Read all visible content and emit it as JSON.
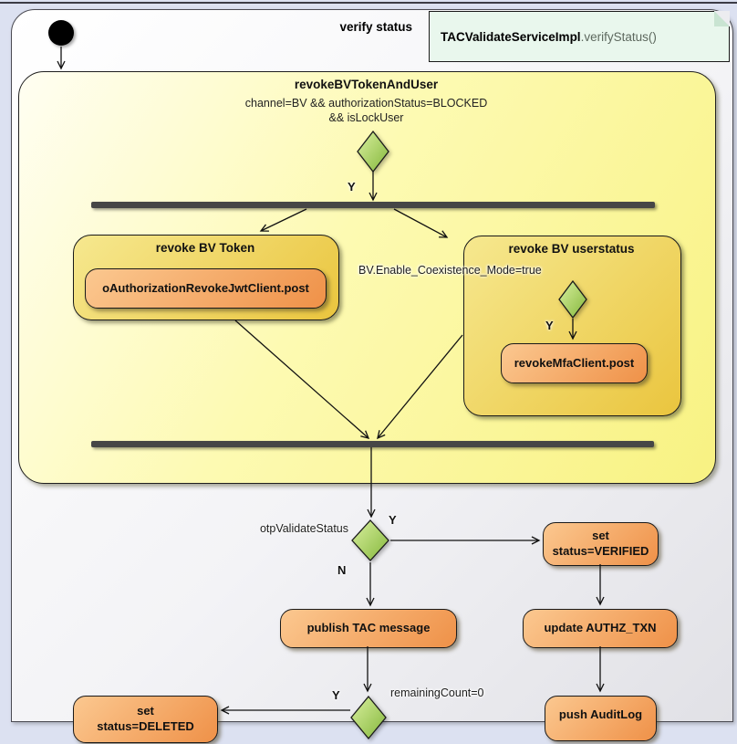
{
  "frame": {
    "title": "verify status"
  },
  "note": {
    "class_name": "TACValidateServiceImpl",
    "method_call": ".verifyStatus()"
  },
  "container": {
    "title": "revokeBVTokenAndUser",
    "guard_line1": "channel=BV && authorizationStatus=BLOCKED",
    "guard_line2": "&& isLockUser"
  },
  "decisions": {
    "lock_user": {
      "yes_label": "Y"
    },
    "coexistence": {
      "guard": "BV.Enable_Coexistence_Mode=true",
      "yes_label": "Y"
    },
    "otp_validate": {
      "guard": "otpValidateStatus",
      "yes_label": "Y",
      "no_label": "N"
    },
    "remaining_count": {
      "guard": "remainingCount=0",
      "yes_label": "Y"
    }
  },
  "actions": {
    "revoke_bv_token": {
      "title": "revoke BV Token",
      "call": "oAuthorizationRevokeJwtClient.post"
    },
    "revoke_bv_userstatus": {
      "title": "revoke BV userstatus",
      "call": "revokeMfaClient.post"
    },
    "set_status_verified": {
      "line1": "set",
      "line2": "status=VERIFIED"
    },
    "publish_tac_message": {
      "label": "publish TAC message"
    },
    "update_authz_txn": {
      "label": "update AUTHZ_TXN"
    },
    "set_status_deleted": {
      "line1": "set",
      "line2": "status=DELETED"
    },
    "push_auditlog": {
      "label": "push AuditLog"
    }
  },
  "colors": {
    "page_bg": "#dce1f1",
    "frame_bg": "#f3f3f6",
    "note_green": "#e9f7ed",
    "container_yellow": "#f8f282",
    "group_gold": "#eac53e",
    "action_orange": "#ef9148",
    "decision_green": "#8cba3f",
    "fork_bar": "#464646"
  }
}
